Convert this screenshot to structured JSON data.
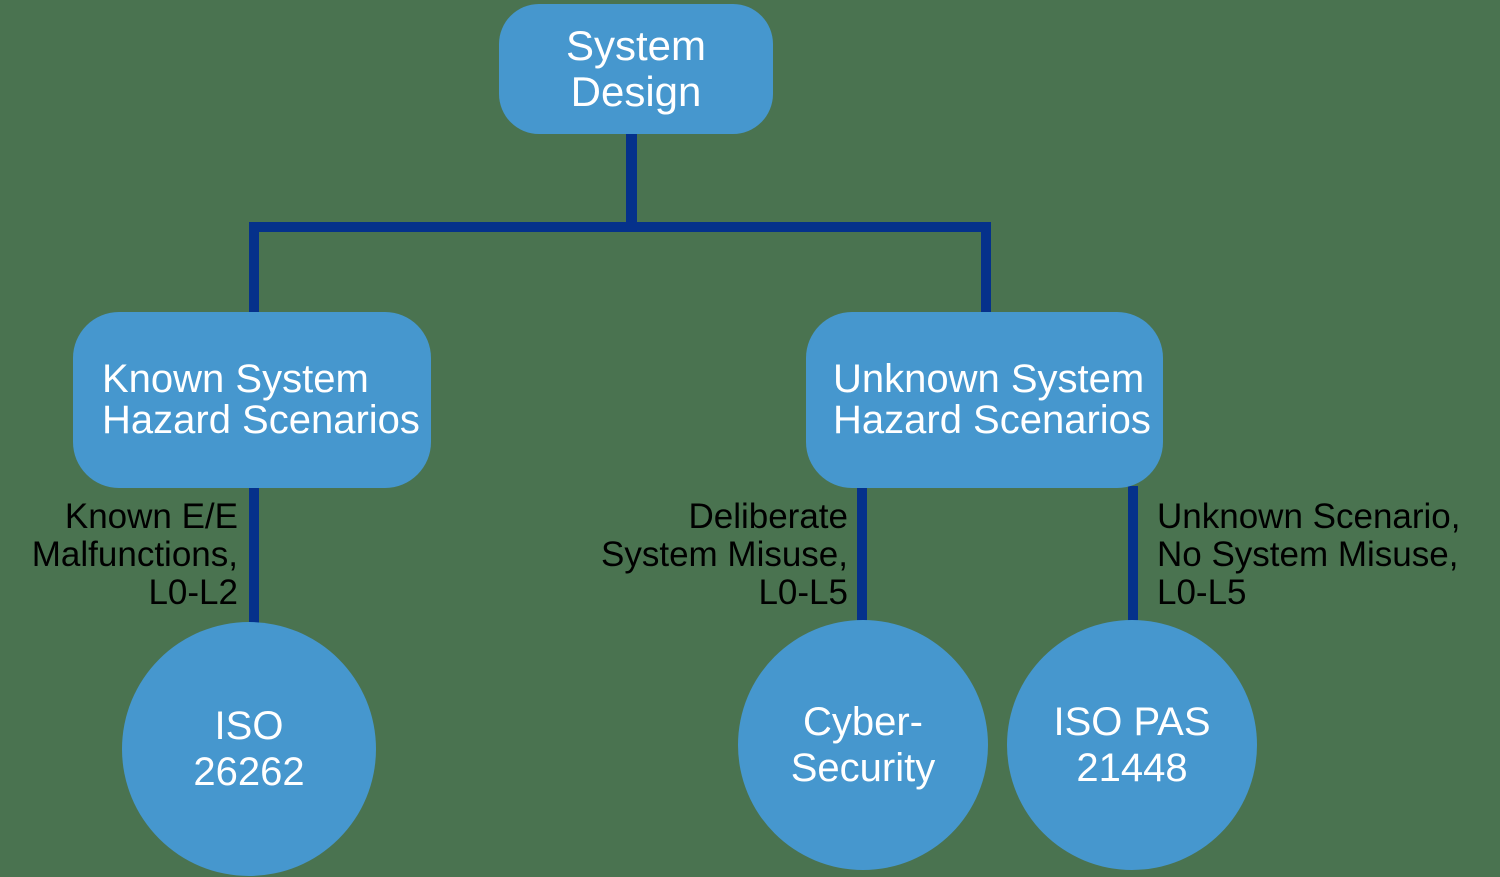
{
  "colors": {
    "background": "#4a7350",
    "node_fill": "#4697ce",
    "connector": "#05318b",
    "node_text": "#ffffff",
    "edge_label_text": "#000000"
  },
  "root": {
    "line1": "System",
    "line2": "Design"
  },
  "left": {
    "box": {
      "line1": "Known System",
      "line2": "Hazard Scenarios"
    },
    "edge_label": {
      "line1": "Known E/E",
      "line2": "Malfunctions,",
      "line3": "L0-L2"
    },
    "leaf": {
      "line1": "ISO",
      "line2": "26262"
    }
  },
  "right": {
    "box": {
      "line1": "Unknown System",
      "line2": "Hazard Scenarios"
    },
    "child1": {
      "edge_label": {
        "line1": "Deliberate",
        "line2": "System Misuse,",
        "line3": "L0-L5"
      },
      "leaf": {
        "line1": "Cyber-",
        "line2": "Security"
      }
    },
    "child2": {
      "edge_label": {
        "line1": "Unknown Scenario,",
        "line2": "No System Misuse,",
        "line3": "L0-L5"
      },
      "leaf": {
        "line1": "ISO PAS",
        "line2": "21448"
      }
    }
  }
}
